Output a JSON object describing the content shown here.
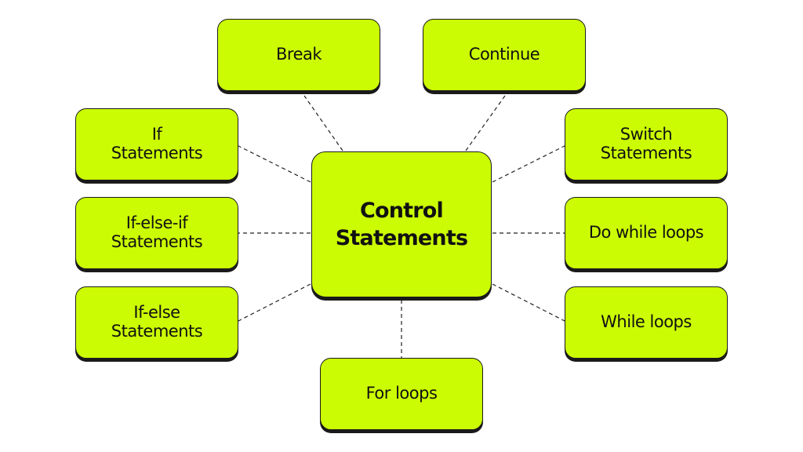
{
  "diagram": {
    "center": {
      "label": "Control\nStatements"
    },
    "nodes": {
      "break": {
        "label": "Break"
      },
      "continue": {
        "label": "Continue"
      },
      "if_statements": {
        "label": "If\nStatements"
      },
      "switch_statements": {
        "label": "Switch\nStatements"
      },
      "if_else_if_statements": {
        "label": "If-else-if\nStatements"
      },
      "do_while_loops": {
        "label": "Do while loops"
      },
      "if_else_statements": {
        "label": "If-else\nStatements"
      },
      "while_loops": {
        "label": "While loops"
      },
      "for_loops": {
        "label": "For loops"
      }
    },
    "colors": {
      "node_fill": "#ccfc03",
      "node_border": "#1a1a1a",
      "connector": "#222222"
    }
  }
}
